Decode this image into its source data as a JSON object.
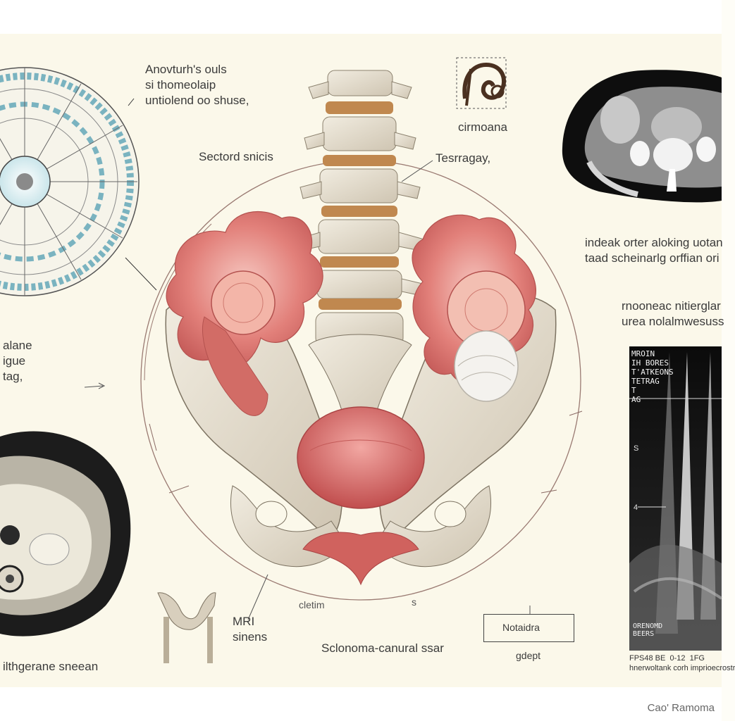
{
  "labels": {
    "top_left_note": "Anovturh's ouls\nsi thomeolaip\nuntiolend oo shuse,",
    "sectord": "Sectord snicis",
    "tesrragay": "Tesrragay,",
    "icon_caption": "cirmoana",
    "right_note_1": "indeak orter aloking uotan\ntaad scheinarlg orffian ori",
    "right_note_2": "rnooneac nitierglar\nurea nolalmwesuss",
    "left_note": "alane\nigue\ntag,",
    "mri": "MRI\nsinens",
    "bottom_center": "Sclonoma-canural ssar",
    "bottom_left": "ilthgerane sneean",
    "tick_mark_label": "cletim",
    "tick_s": "s",
    "notaidra": "Notaidra",
    "gdept": "gdept"
  },
  "scan_panel": {
    "header": "MROIN\nIH BORES\nT'ATKEONS\nTETRAG\nT\nAG",
    "side_s": "S",
    "side_4": "4",
    "inner_caption": "ORENOMD\nBEERS",
    "caption": "FPS48 BE  0-12  1FG\nhnerwoltank corh imprioecrostr"
  },
  "credit": "Cao' Ramoma",
  "colors": {
    "paper": "#fbf8ea",
    "bone": "#e8e2d4",
    "tissue": "#e27c78",
    "disc": "#b07a4a",
    "scan_dark": "#111111"
  }
}
